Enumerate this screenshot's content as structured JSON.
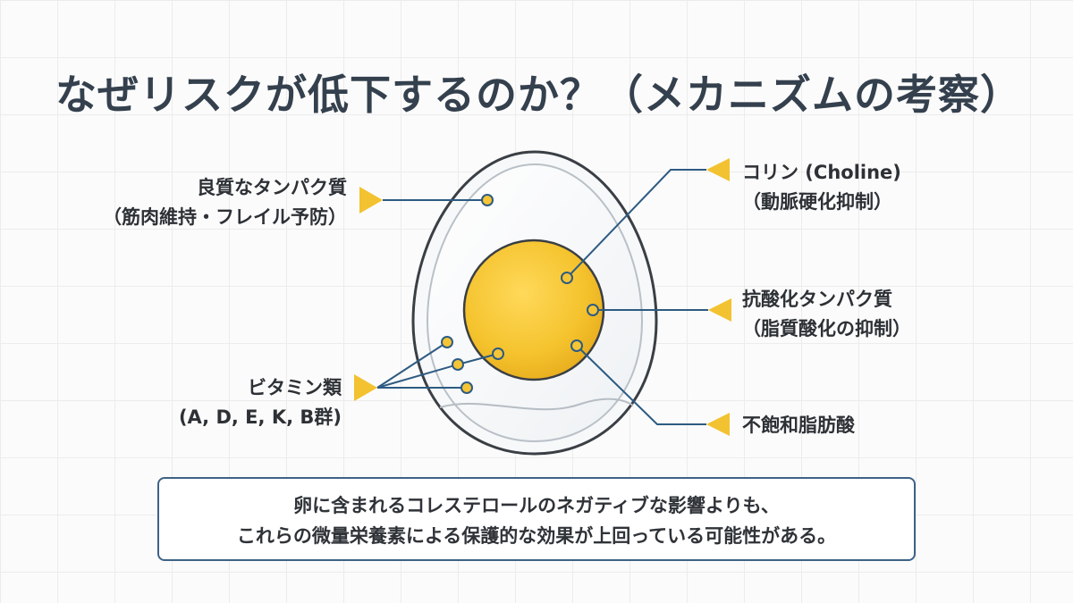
{
  "title": "なぜリスクが低下するのか？（メカニズムの考察）",
  "labels": {
    "protein": {
      "line1": "良質なタンパク質",
      "line2": "（筋肉維持・フレイル予防）"
    },
    "vitamins": {
      "line1": "ビタミン類",
      "line2": "(A, D, E, K, B群)"
    },
    "choline": {
      "line1": "コリン (Choline)",
      "line2": "（動脈硬化抑制）"
    },
    "antioxidant": {
      "line1": "抗酸化タンパク質",
      "line2": "（脂質酸化の抑制）"
    },
    "fatty_acid": {
      "line1": "不飽和脂肪酸"
    }
  },
  "summary": {
    "line1": "卵に含まれるコレステロールのネガティブな影響よりも、",
    "line2": "これらの微量栄養素による保護的な効果が上回っている可能性がある。"
  },
  "colors": {
    "accent_yellow": "#f2c230",
    "line_blue": "#2d5b82",
    "yolk": "#f3c22e",
    "box_border": "#3e6286"
  }
}
